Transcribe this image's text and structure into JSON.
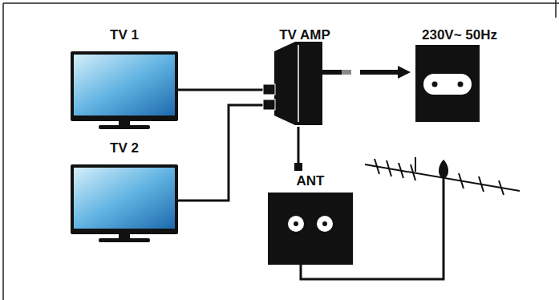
{
  "diagram": {
    "nodes": [
      {
        "text": [
          "TV 1"
        ]
      },
      {
        "text": [
          "TV AMP"
        ]
      },
      {
        "text": [
          "230V~ 50Hz"
        ]
      },
      {
        "text": [
          "TV 2"
        ]
      },
      {
        "text": [
          "ANT"
        ]
      }
    ],
    "edges": [
      {
        "from": 0,
        "to": 1,
        "arrow": "none"
      },
      {
        "from": 3,
        "to": 1,
        "arrow": "none"
      },
      {
        "from": 1,
        "to": 2,
        "arrow": "to"
      },
      {
        "from": 1,
        "to": 4,
        "arrow": "none"
      }
    ]
  }
}
